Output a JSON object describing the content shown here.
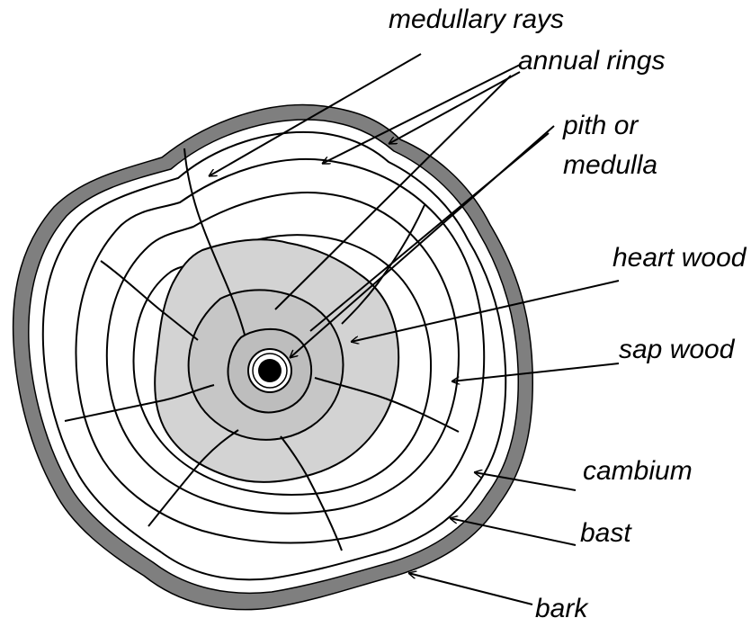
{
  "labels": {
    "medullary_rays": "medullary rays",
    "annual_rings": "annual rings",
    "pith_line1": "pith or",
    "pith_line2": "medulla",
    "heart_wood": "heart wood",
    "sap_wood": "sap wood",
    "cambium": "cambium",
    "bast": "bast",
    "bark": "bark"
  },
  "colors": {
    "bark": "#7f7f7f",
    "heartwood_outer": "#d3d3d3",
    "heartwood_inner": "#c6c6c6",
    "pith": "#000000",
    "line": "#000000",
    "background": "#ffffff"
  }
}
